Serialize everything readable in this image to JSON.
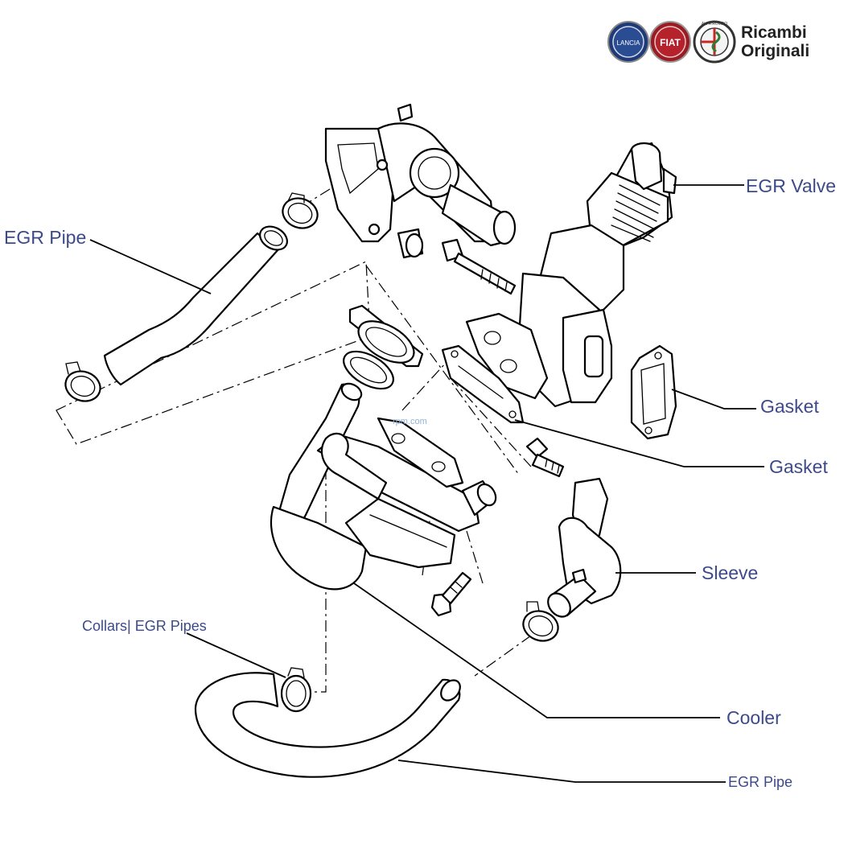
{
  "brand": {
    "line1": "Ricambi",
    "line2": "Originali",
    "logo_lancia": "LANCIA",
    "logo_fiat": "FIAT",
    "logo_alfa": "ALFA ROMEO"
  },
  "labels": {
    "egr_valve": "EGR Valve",
    "egr_pipe_top": "EGR Pipe",
    "gasket_1": "Gasket",
    "gasket_2": "Gasket",
    "sleeve": "Sleeve",
    "collars": "Collars| EGR Pipes",
    "cooler": "Cooler",
    "egr_pipe_bottom": "EGR Pipe"
  },
  "watermark": "rpm.com",
  "colors": {
    "label_text": "#3d4a8a",
    "lancia_blue": "#1f3a78",
    "fiat_red": "#9c1a22",
    "alfa_green": "#2e7d32"
  }
}
